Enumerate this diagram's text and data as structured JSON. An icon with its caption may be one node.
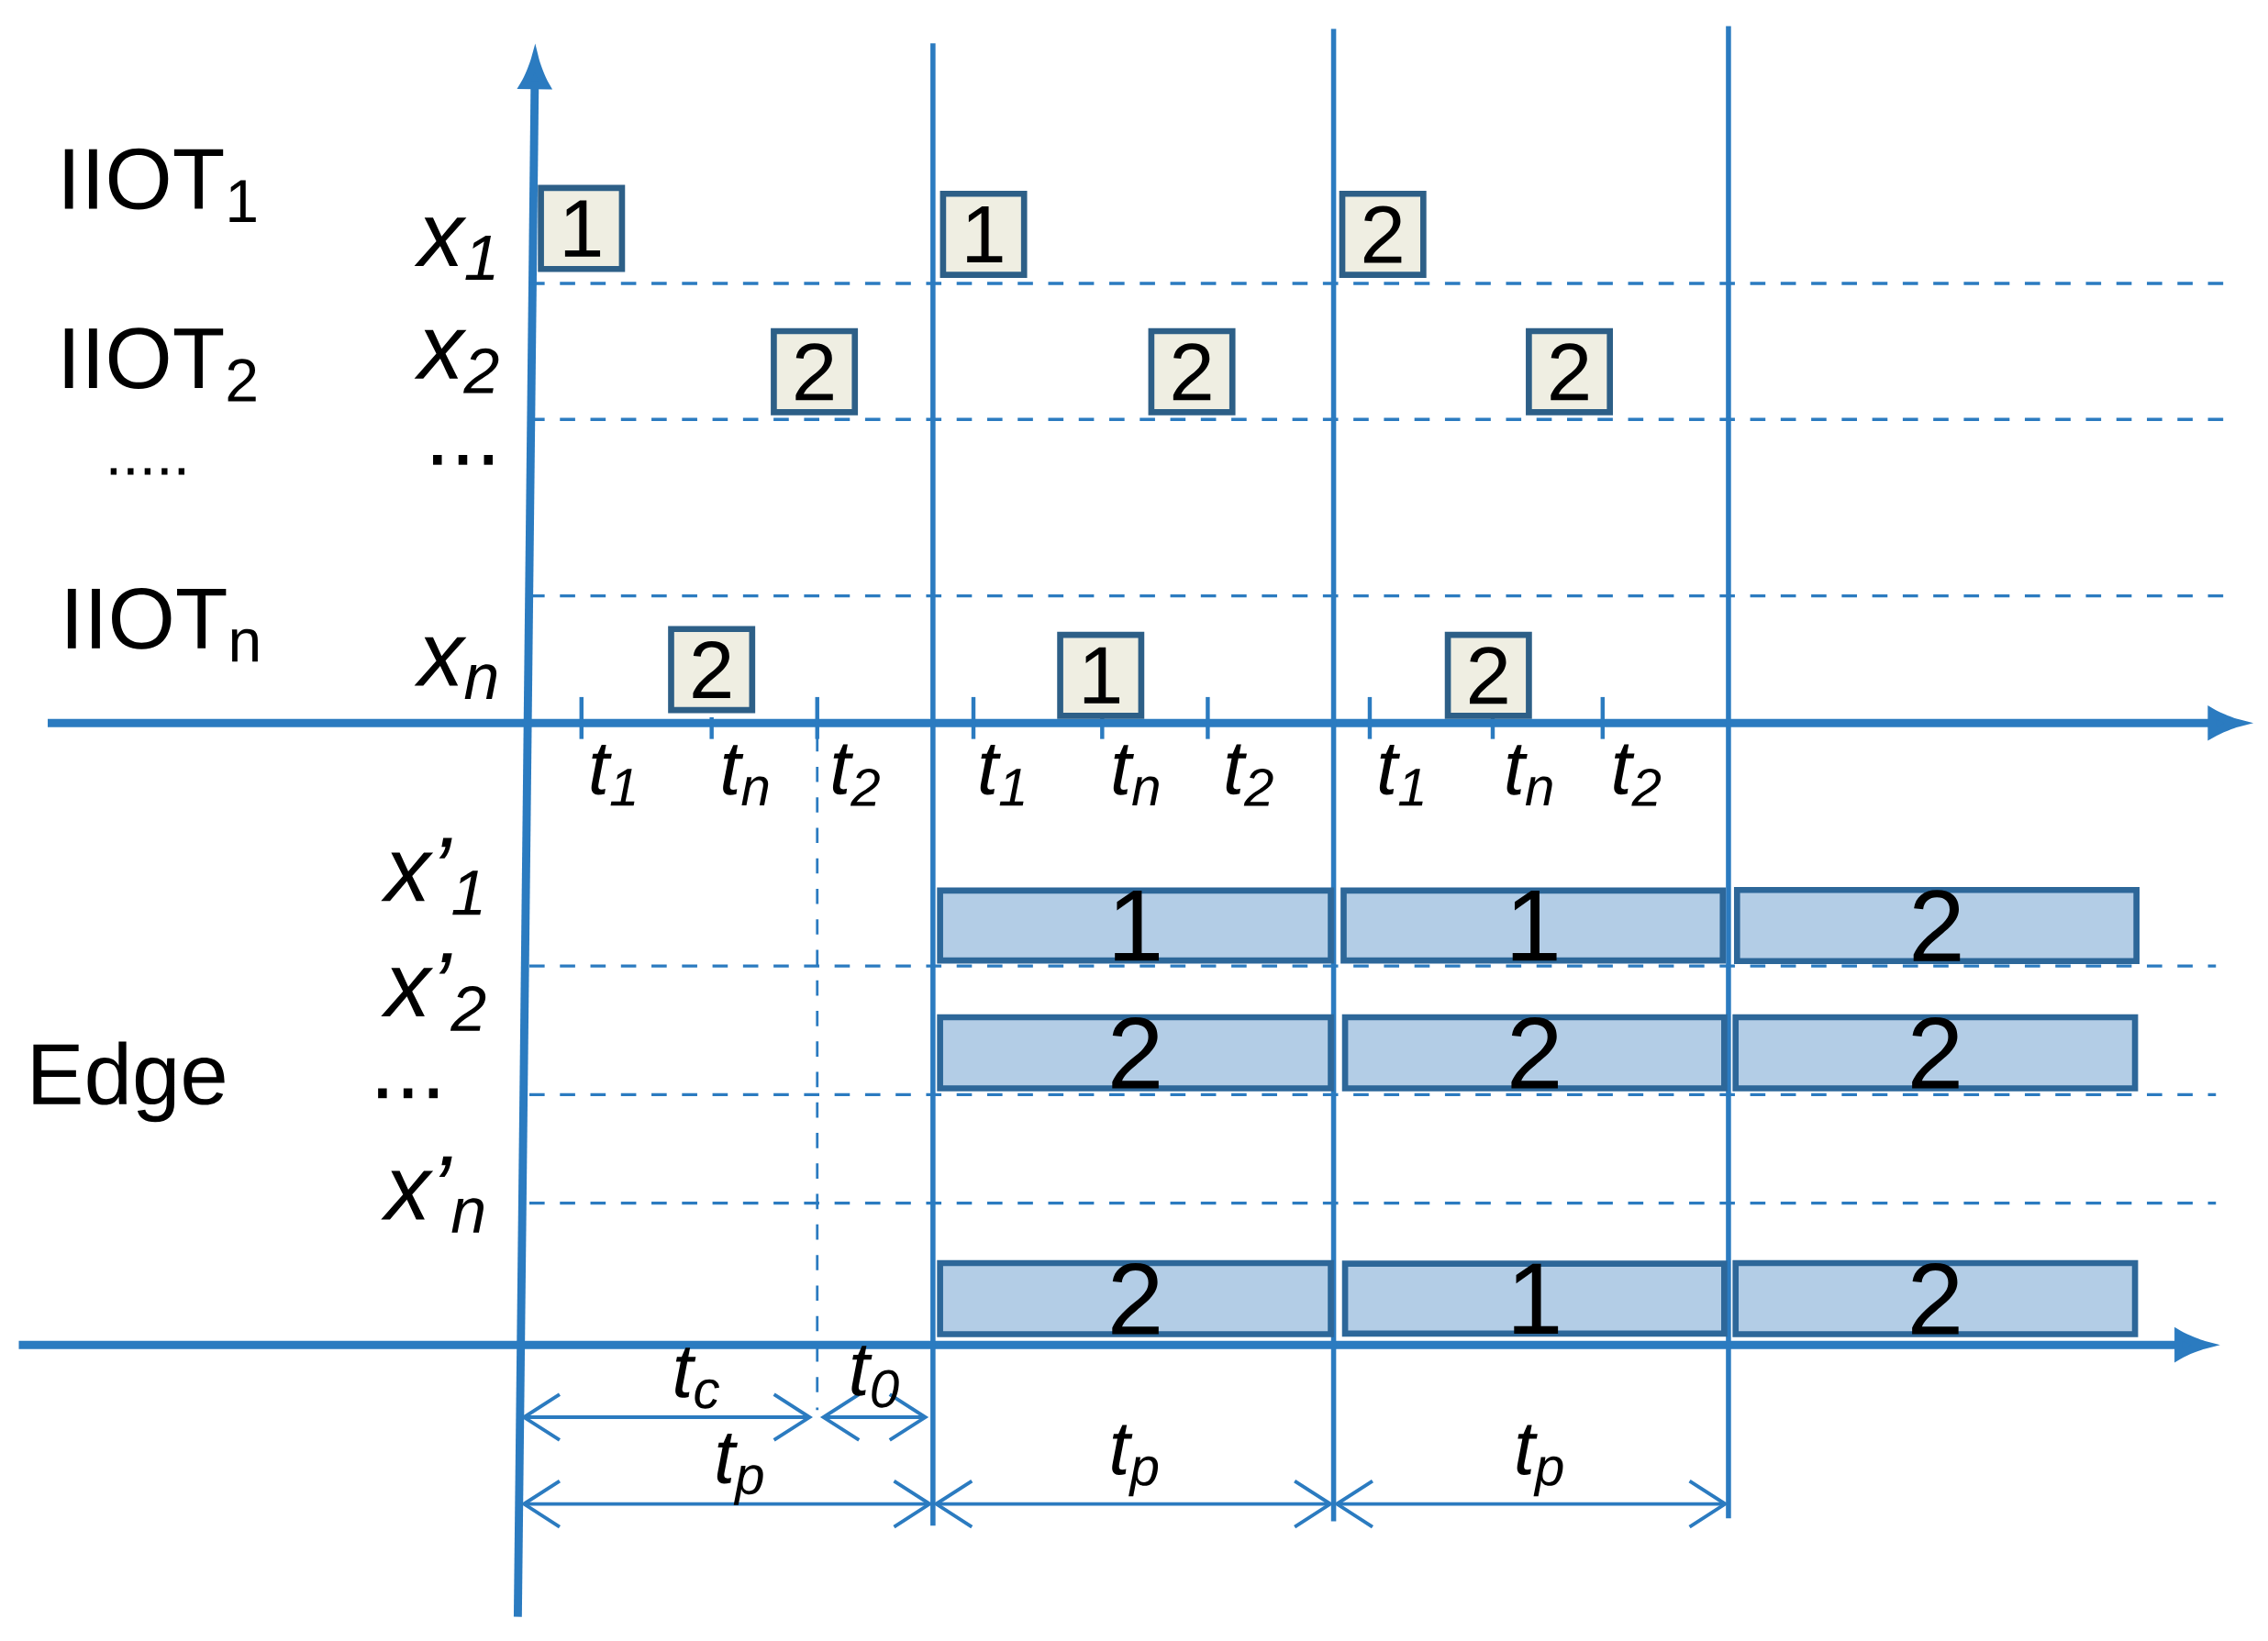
{
  "diagram": {
    "nodes": [
      {
        "text": [
          "1"
        ]
      },
      {
        "text": [
          "1"
        ]
      },
      {
        "text": [
          "2"
        ]
      },
      {
        "text": [
          "2"
        ]
      },
      {
        "text": [
          "2"
        ]
      },
      {
        "text": [
          "2"
        ]
      },
      {
        "text": [
          "2"
        ]
      },
      {
        "text": [
          "1"
        ]
      },
      {
        "text": [
          "2"
        ]
      },
      {
        "text": [
          "1"
        ]
      },
      {
        "text": [
          "1"
        ]
      },
      {
        "text": [
          "2"
        ]
      },
      {
        "text": [
          "2"
        ]
      },
      {
        "text": [
          "2"
        ]
      },
      {
        "text": [
          "2"
        ]
      },
      {
        "text": [
          "2"
        ]
      },
      {
        "text": [
          "1"
        ]
      },
      {
        "text": [
          "2"
        ]
      }
    ],
    "labels": [
      "IIOT$_{1}$",
      "x$_{1}$",
      "IIOT$_{2}$",
      "x$_{2}$",
      ".....",
      "...",
      "IIOT$_{n}$",
      "x$_{n}$",
      "t$_{1}$",
      "t$_{n}$",
      "t$_{2}$",
      "t$_{1}$",
      "t$_{n}$",
      "t$_{2}$",
      "t$_{1}$",
      "t$_{n}$",
      "t$_{2}$",
      "x’$_{1}$",
      "x’$_{2}$",
      "Edge",
      "...",
      "x’$_{n}$",
      "t$_{c}$",
      "t$_{0}$",
      "t$_{p}$",
      "t$_{p}$",
      "t$_{p}$"
    ]
  }
}
